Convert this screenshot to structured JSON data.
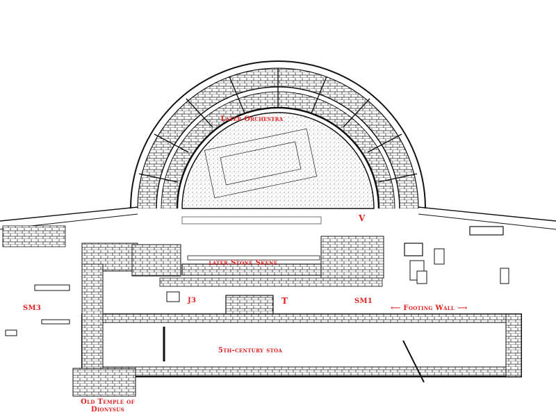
{
  "labels": {
    "later_orchestra": "Later Orchestra",
    "later_stone_skene": "later Stone Skene",
    "v": "V",
    "sm3": "SM3",
    "j3": "J3",
    "t": "T",
    "sm1": "SM1",
    "footing_wall": "⟵ Footing Wall ⟶",
    "stoa": "5th-century stoa",
    "old_temple": "Old Temple of\nDionysus"
  },
  "colors": {
    "label": "#e02020",
    "ink": "#111111",
    "paper": "#ffffff"
  }
}
